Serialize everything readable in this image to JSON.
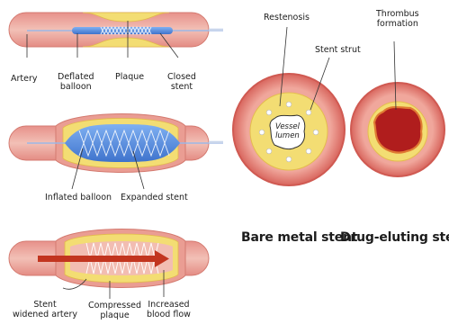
{
  "panel1": {
    "artery": "Artery",
    "deflated_balloon": [
      "Deflated",
      "balloon"
    ],
    "plaque": "Plaque",
    "closed_stent": [
      "Closed",
      "stent"
    ]
  },
  "panel2": {
    "inflated_balloon": "Inflated balloon",
    "expanded_stent": "Expanded stent"
  },
  "panel3": {
    "stent_widened_artery": [
      "Stent",
      "widened artery"
    ],
    "compressed_plaque": [
      "Compressed",
      "plaque"
    ],
    "increased_blood_flow": [
      "Increased",
      "blood flow"
    ]
  },
  "cross_sections": {
    "restenosis": "Restenosis",
    "stent_strut": "Stent strut",
    "vessel_lumen": [
      "Vessel",
      "lumen"
    ],
    "thrombus_formation": [
      "Thrombus",
      "formation"
    ],
    "bare_metal_stent": "Bare metal stent",
    "drug_eluting_stent": "Drug-eluting stent"
  },
  "colors": {
    "artery_wall": "#e9998f",
    "artery_wall_dark": "#d4776d",
    "artery_lumen": "#f4c7bd",
    "plaque": "#f3dd73",
    "plaque_edge": "#e2b94a",
    "balloon": "#5b8fe0",
    "stent_wire": "#eef3fb",
    "arrow": "#c2351f",
    "outer_ring": "#d9675e",
    "thrombus": "#b01d1d",
    "thrombus_rim": "#e07a33"
  }
}
